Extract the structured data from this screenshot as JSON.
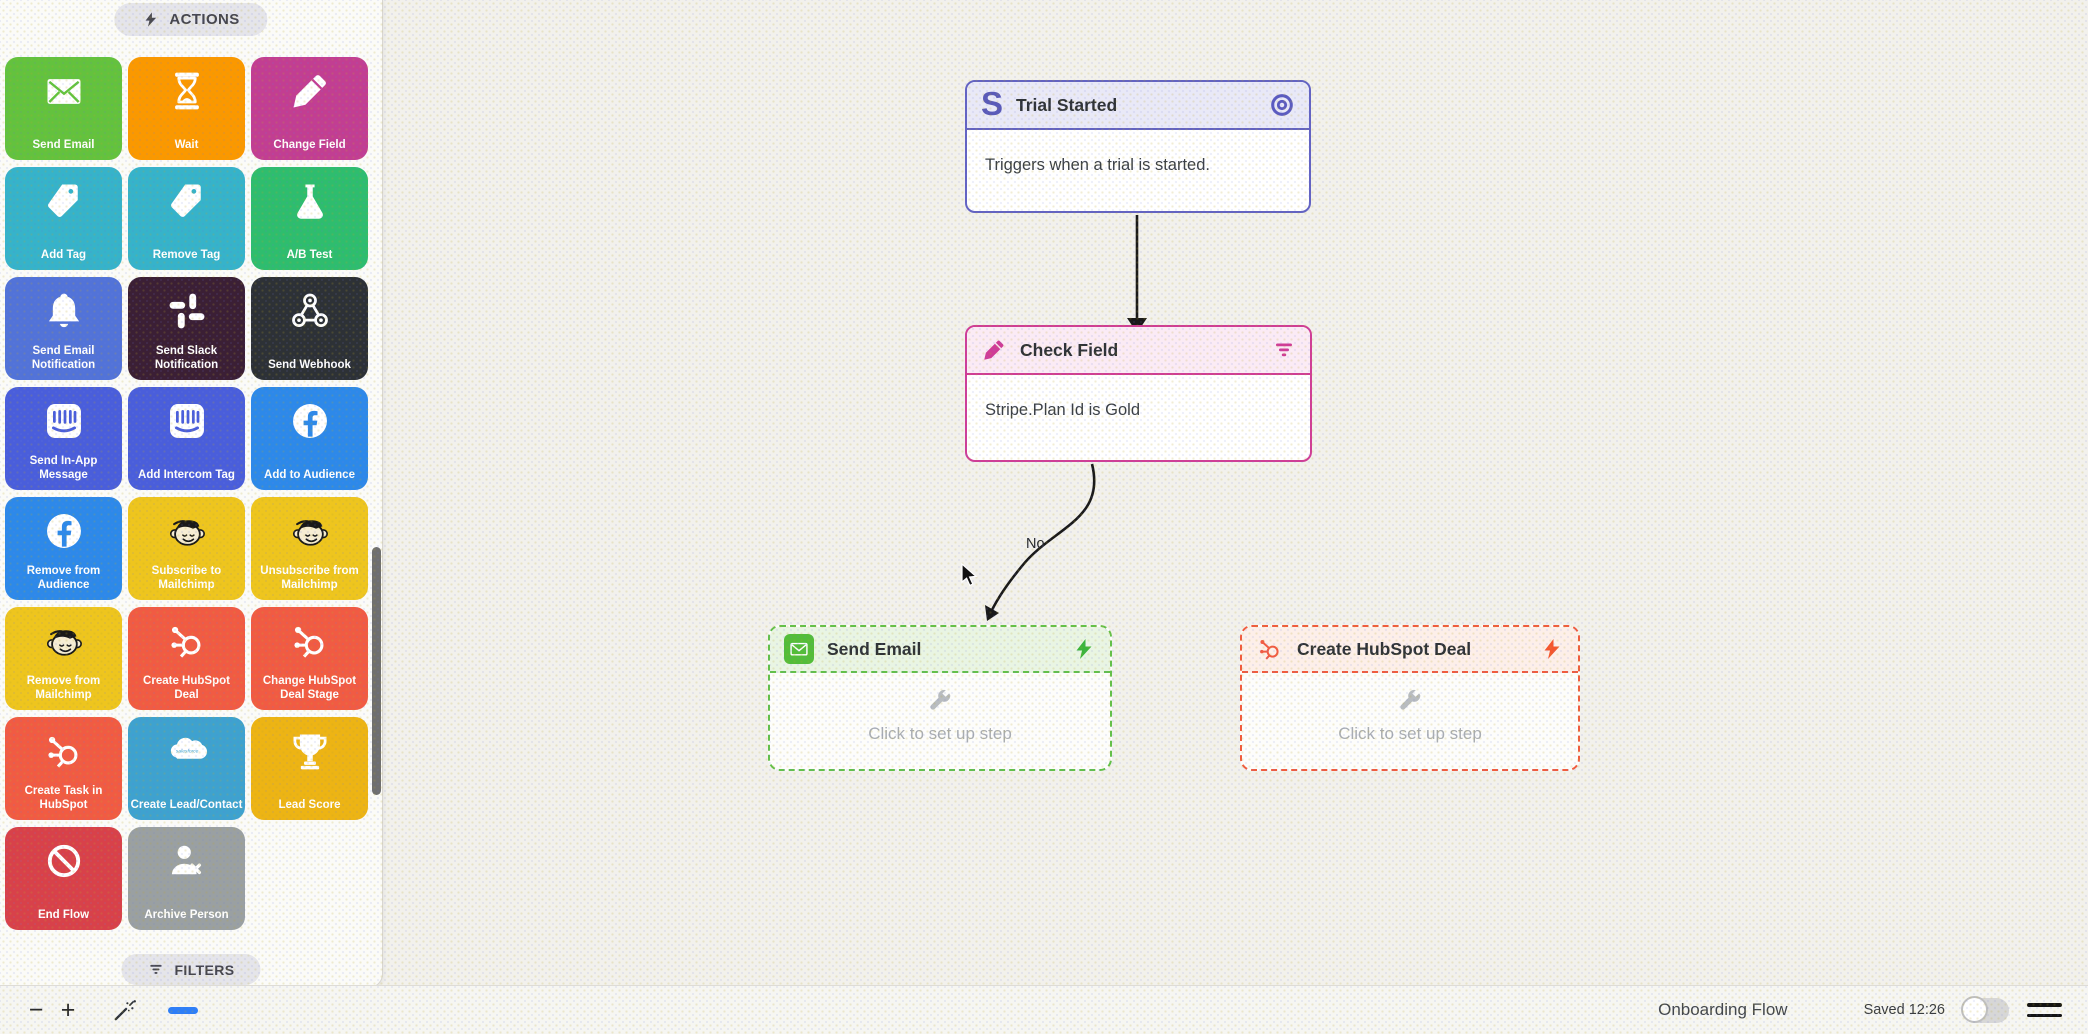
{
  "sidebar": {
    "actions_tab": "ACTIONS",
    "filters_tab": "FILTERS",
    "tiles": [
      {
        "label": "Send Email",
        "icon": "envelope-icon",
        "color": "#63c23e"
      },
      {
        "label": "Wait",
        "icon": "hourglass-icon",
        "color": "#fb9800"
      },
      {
        "label": "Change Field",
        "icon": "pencil-icon",
        "color": "#c23e92"
      },
      {
        "label": "Add Tag",
        "icon": "tag-icon",
        "color": "#36b3ca"
      },
      {
        "label": "Remove Tag",
        "icon": "tag-icon",
        "color": "#36b3ca"
      },
      {
        "label": "A/B Test",
        "icon": "flask-icon",
        "color": "#2ebd6e"
      },
      {
        "label": "Send Email Notification",
        "icon": "bell-icon",
        "color": "#5273d8"
      },
      {
        "label": "Send Slack Notification",
        "icon": "slack-icon",
        "color": "#3b1f35"
      },
      {
        "label": "Send Webhook",
        "icon": "webhook-icon",
        "color": "#2d3136"
      },
      {
        "label": "Send In-App Message",
        "icon": "intercom-icon",
        "color": "#4a5edb"
      },
      {
        "label": "Add Intercom Tag",
        "icon": "intercom-icon",
        "color": "#4a5edb"
      },
      {
        "label": "Add to Audience",
        "icon": "facebook-icon",
        "color": "#2d89e9"
      },
      {
        "label": "Remove from Audience",
        "icon": "facebook-icon",
        "color": "#2d89e9"
      },
      {
        "label": "Subscribe to Mailchimp",
        "icon": "mailchimp-icon",
        "color": "#eec51e"
      },
      {
        "label": "Unsubscribe from Mailchimp",
        "icon": "mailchimp-icon",
        "color": "#eec51e"
      },
      {
        "label": "Remove from Mailchimp",
        "icon": "mailchimp-icon",
        "color": "#eec51e"
      },
      {
        "label": "Create HubSpot Deal",
        "icon": "hubspot-icon",
        "color": "#f15b43"
      },
      {
        "label": "Change HubSpot Deal Stage",
        "icon": "hubspot-icon",
        "color": "#f15b43"
      },
      {
        "label": "Create Task in HubSpot",
        "icon": "hubspot-icon",
        "color": "#f15b43"
      },
      {
        "label": "Create Lead/Contact",
        "icon": "salesforce-icon",
        "color": "#3ea2cf"
      },
      {
        "label": "Lead Score",
        "icon": "trophy-icon",
        "color": "#edb414"
      },
      {
        "label": "End Flow",
        "icon": "ban-icon",
        "color": "#d8414a"
      },
      {
        "label": "Archive Person",
        "icon": "person-x-icon",
        "color": "#9aa0a2"
      }
    ]
  },
  "flow": {
    "trial_started": {
      "title": "Trial Started",
      "description": "Triggers when a trial is started.",
      "accent": "#6363c2"
    },
    "check_field": {
      "title": "Check Field",
      "description": "Stripe.Plan Id is Gold",
      "accent": "#cf3d96"
    },
    "send_email": {
      "title": "Send Email",
      "setup_hint": "Click to set up step",
      "accent": "#63c04a"
    },
    "create_hubspot_deal": {
      "title": "Create HubSpot Deal",
      "setup_hint": "Click to set up step",
      "accent": "#f05c3e"
    },
    "edge_no_label": "No"
  },
  "bottom_bar": {
    "zoom_out_label": "−",
    "zoom_in_label": "+",
    "flow_name": "Onboarding Flow",
    "saved_status": "Saved 12:26",
    "accent_dash_color": "#2d7ef7"
  }
}
